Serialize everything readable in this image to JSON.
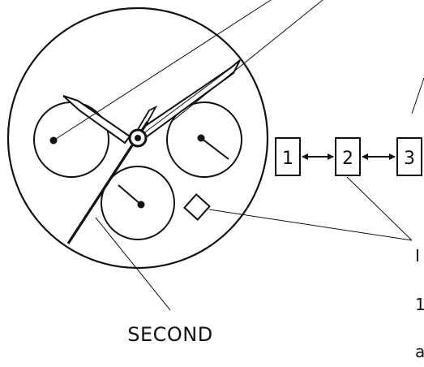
{
  "labels": {
    "second": "SECOND"
  },
  "crown_positions": [
    "1",
    "2",
    "3"
  ],
  "edge_fragments": [
    "I",
    "1",
    "a"
  ]
}
